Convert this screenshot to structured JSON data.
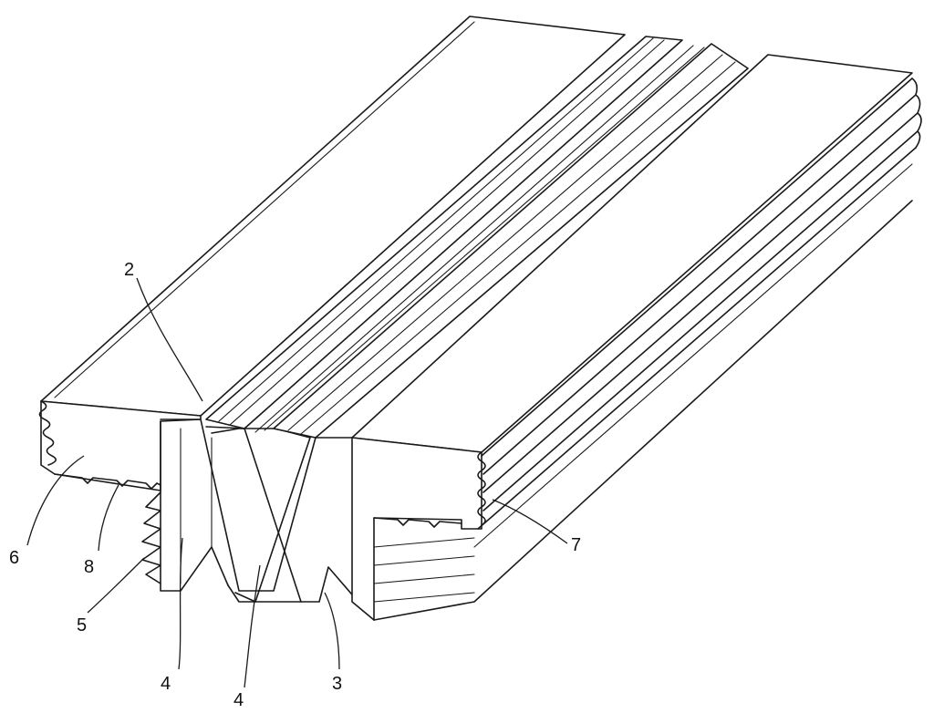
{
  "labels": {
    "ref_2": "2",
    "ref_3": "3",
    "ref_4a": "4",
    "ref_4b": "4",
    "ref_5": "5",
    "ref_6": "6",
    "ref_7": "7",
    "ref_8": "8"
  },
  "colors": {
    "ink": "#1a1a1a",
    "paper": "#ffffff"
  }
}
